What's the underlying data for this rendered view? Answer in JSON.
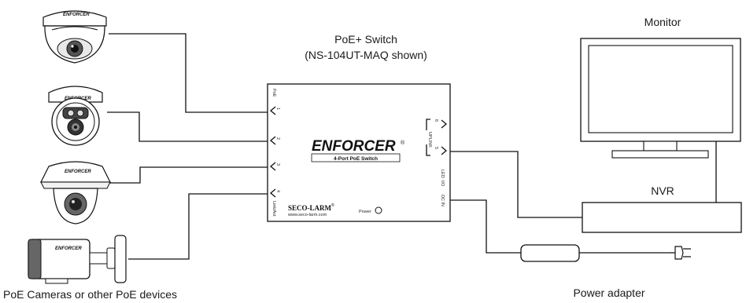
{
  "labels": {
    "switch_title": "PoE+ Switch",
    "switch_subtitle": "(NS-104UT-MAQ shown)",
    "monitor": "Monitor",
    "nvr": "NVR",
    "power_adapter": "Power adapter",
    "cameras": "PoE Cameras or other PoE devices"
  },
  "switch_panel": {
    "brand": "ENFORCER",
    "registered": "®",
    "model_banner": "4-Port PoE Switch",
    "maker": "SECO-LARM",
    "maker_registered": "®",
    "website": "www.seco-larm.com",
    "power_label": "Power",
    "poe_label": "PoE",
    "port_labels": [
      "1",
      "2",
      "3",
      "4"
    ],
    "link_act_label": "Link/Act",
    "uplink_label": "UPLINK",
    "uplink_ports": [
      "6",
      "5"
    ],
    "led_label": "LED",
    "led_state": "I/O",
    "dc_label": "DC IN"
  },
  "camera_brand": "ENFORCER",
  "colors": {
    "line": "#111111",
    "background": "#ffffff"
  }
}
